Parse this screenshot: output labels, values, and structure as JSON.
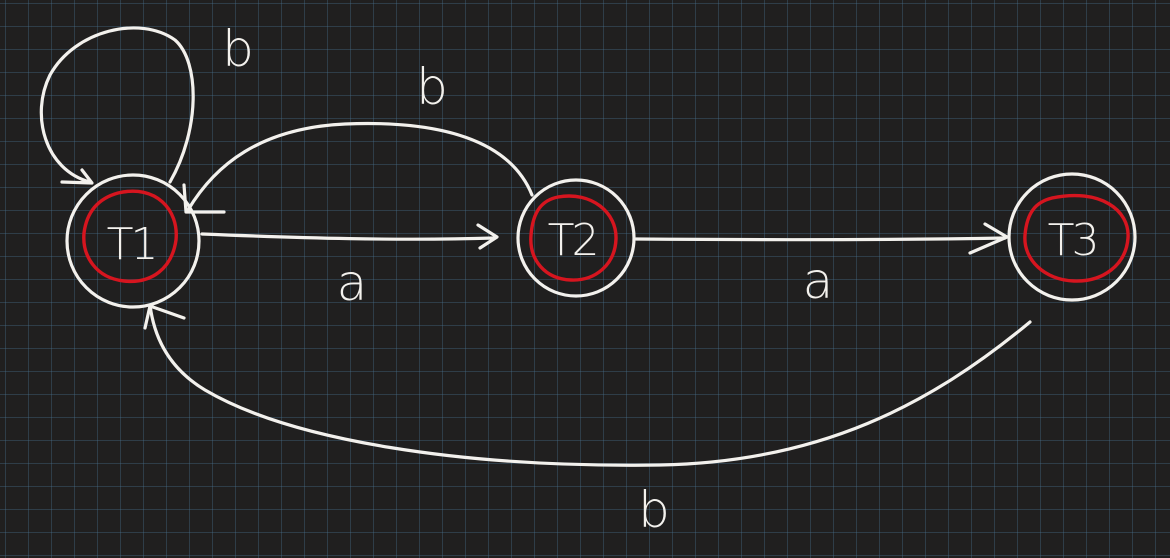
{
  "states": [
    {
      "id": "T1",
      "label": "T1",
      "accepting": true
    },
    {
      "id": "T2",
      "label": "T2",
      "accepting": true
    },
    {
      "id": "T3",
      "label": "T3",
      "accepting": true
    }
  ],
  "transitions": [
    {
      "from": "T1",
      "to": "T1",
      "label": "b"
    },
    {
      "from": "T2",
      "to": "T1",
      "label": "b"
    },
    {
      "from": "T1",
      "to": "T2",
      "label": "a"
    },
    {
      "from": "T2",
      "to": "T3",
      "label": "a"
    },
    {
      "from": "T3",
      "to": "T1",
      "label": "b"
    }
  ],
  "colors": {
    "background": "#201f1f",
    "grid": "#3a5a70",
    "ink": "#f3f1ed",
    "accept_ring": "#d6151f"
  }
}
